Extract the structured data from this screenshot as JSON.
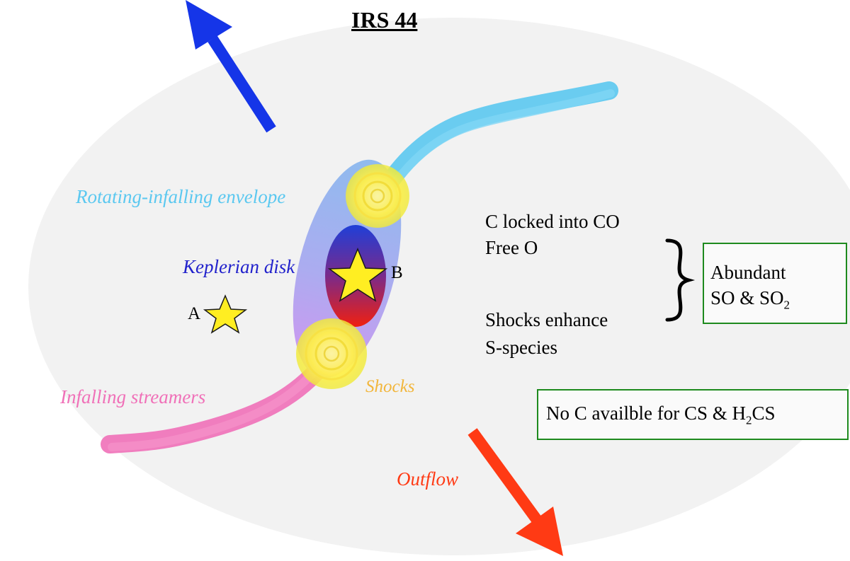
{
  "title": "IRS 44",
  "labels": {
    "envelope": "Rotating-infalling envelope",
    "disk": "Keplerian disk",
    "streamers": "Infalling streamers",
    "shocks": "Shocks",
    "outflow": "Outflow",
    "star_a": "A",
    "star_b": "B"
  },
  "notes": {
    "line1": "C locked into CO",
    "line2": "Free O",
    "line3": "Shocks enhance",
    "line4": "S-species"
  },
  "box_abundant": {
    "line1": "Abundant",
    "line2_prefix": "SO & SO",
    "line2_sub": "2"
  },
  "box_no_c": {
    "prefix": "No C availble for CS & H",
    "sub": "2",
    "suffix": "CS"
  },
  "colors": {
    "envelope": "#5bc8f0",
    "disk_text": "#2222cc",
    "streamers": "#f070b8",
    "shocks": "#f2b63c",
    "outflow_red": "#ff3a14",
    "outflow_blue": "#1535e8",
    "star": "#ffee22",
    "box_border": "#1e8a1e",
    "background_cloud": "#f2f2f2"
  }
}
